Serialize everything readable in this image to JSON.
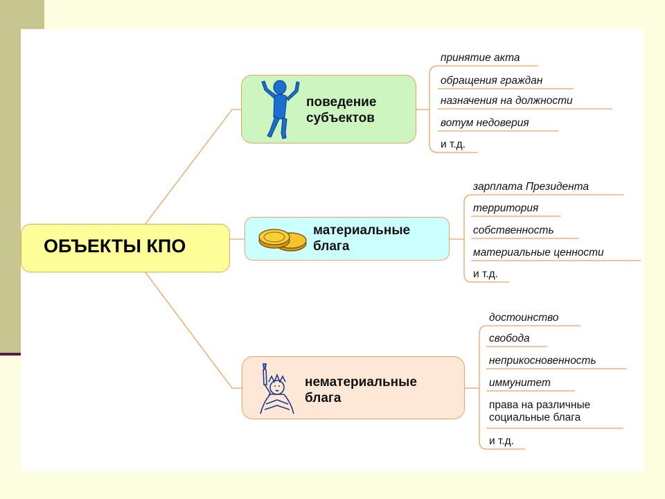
{
  "diagram": {
    "root": {
      "label": "ОБЪЕКТЫ КПО"
    },
    "categories": [
      {
        "label": "поведение\nсубъектов",
        "icon": "jumping-person-icon",
        "items": [
          "принятие акта",
          "обращения граждан",
          "назначения на должности",
          "вотум недоверия",
          "и т.д."
        ]
      },
      {
        "label": "материальные\nблага",
        "icon": "coins-icon",
        "items": [
          "зарплата Президента",
          "территория",
          "собственность",
          "материальные ценности",
          "и т.д."
        ]
      },
      {
        "label": "нематериальные\nблага",
        "icon": "statue-of-liberty-icon",
        "items": [
          "достоинство",
          "свобода",
          "неприкосновенность",
          "иммунитет",
          "права на различные\nсоциальные блага",
          "и т.д."
        ]
      }
    ]
  },
  "colors": {
    "connector": "#f0a060",
    "root_fill": "#ffff99",
    "behavior_fill": "#ccf5c0",
    "material_fill": "#ccffff",
    "nonmaterial_fill": "#fde8d8",
    "side_bar": "#c8c690"
  }
}
